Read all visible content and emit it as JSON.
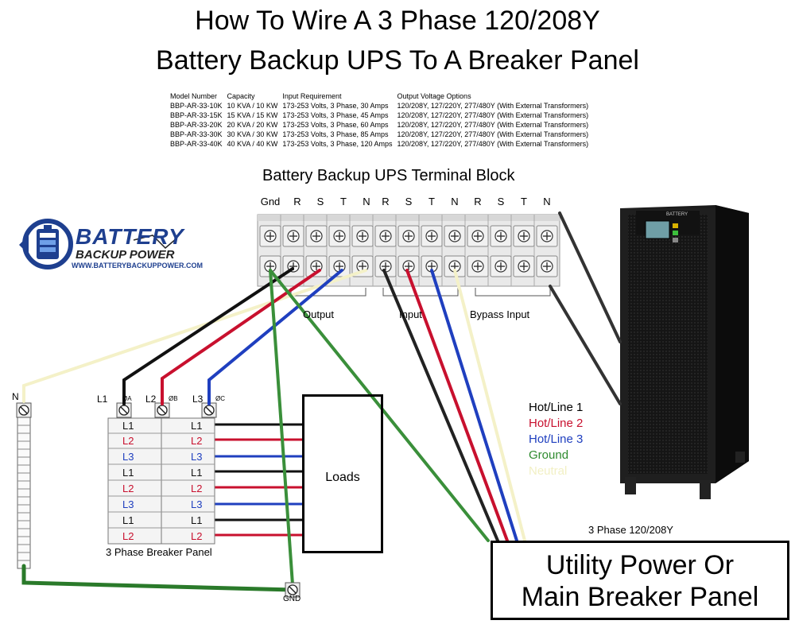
{
  "title": {
    "line1": "How To Wire A 3 Phase 120/208Y",
    "line2": "Battery Backup UPS To A Breaker Panel"
  },
  "specs": {
    "headers": [
      "Model Number",
      "Capacity",
      "Input Requirement",
      "Output Voltage Options"
    ],
    "rows": [
      [
        "BBP-AR-33-10K",
        "10 KVA / 10 KW",
        "173-253 Volts, 3 Phase, 30 Amps",
        "120/208Y, 127/220Y, 277/480Y (With External Transformers)"
      ],
      [
        "BBP-AR-33-15K",
        "15 KVA / 15 KW",
        "173-253 Volts, 3 Phase, 45 Amps",
        "120/208Y, 127/220Y, 277/480Y (With External Transformers)"
      ],
      [
        "BBP-AR-33-20K",
        "20 KVA / 20 KW",
        "173-253 Volts, 3 Phase, 60 Amps",
        "120/208Y, 127/220Y, 277/480Y (With External Transformers)"
      ],
      [
        "BBP-AR-33-30K",
        "30 KVA / 30 KW",
        "173-253 Volts, 3 Phase, 85 Amps",
        "120/208Y, 127/220Y, 277/480Y (With External Transformers)"
      ],
      [
        "BBP-AR-33-40K",
        "40 KVA / 40 KW",
        "173-253 Volts, 3 Phase, 120 Amps",
        "120/208Y, 127/220Y, 277/480Y (With External Transformers)"
      ]
    ]
  },
  "terminal_block": {
    "title": "Battery Backup UPS Terminal Block",
    "terminals": [
      "Gnd",
      "R",
      "S",
      "T",
      "N",
      "R",
      "S",
      "T",
      "N",
      "R",
      "S",
      "T",
      "N"
    ],
    "groups": {
      "output": "Output",
      "input": "Input",
      "bypass": "Bypass Input"
    }
  },
  "logo": {
    "main": "BATTERY",
    "sub": "BACKUP POWER",
    "url": "WWW.BATTERYBACKUPPOWER.COM"
  },
  "panel": {
    "neutral_label": "N",
    "phases": [
      {
        "line": "L1",
        "phase": "ØA"
      },
      {
        "line": "L2",
        "phase": "ØB"
      },
      {
        "line": "L3",
        "phase": "ØC"
      }
    ],
    "breakers": [
      "L1",
      "L2",
      "L3",
      "L1",
      "L2",
      "L3",
      "L1",
      "L2"
    ],
    "caption": "3 Phase Breaker Panel",
    "ground_label": "GND"
  },
  "loads": {
    "label": "Loads"
  },
  "legend": [
    {
      "label": "Hot/Line 1",
      "color": "#000000"
    },
    {
      "label": "Hot/Line 2",
      "color": "#c8102e"
    },
    {
      "label": "Hot/Line 3",
      "color": "#1f3fbf"
    },
    {
      "label": "Ground",
      "color": "#2e8b2e"
    },
    {
      "label": "Neutral",
      "color": "#f2f0c4"
    }
  ],
  "utility": {
    "supply_label": "3 Phase 120/208Y",
    "line1": "Utility Power Or",
    "line2": "Main Breaker Panel"
  },
  "ups_display": {
    "brand": "BATTERY"
  },
  "colors": {
    "black": "#111111",
    "red": "#c8102e",
    "blue": "#1f3fbf",
    "green": "#3a8f3a",
    "neutral": "#f4f1c8"
  }
}
